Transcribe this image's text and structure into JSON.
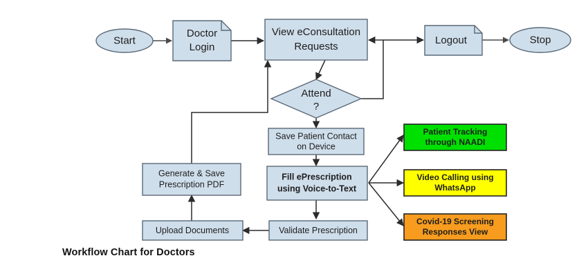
{
  "caption": "Workflow Chart for Doctors",
  "colors": {
    "process_fill": "#cfdeeb",
    "process_stroke": "#5a6876",
    "green_fill": "#00e000",
    "yellow_fill": "#ffff00",
    "orange_fill": "#f79c1e",
    "accent_stroke": "#222222",
    "edge": "#2b2b2b",
    "text": "#1d1d1d"
  },
  "nodes": {
    "start": {
      "label": "Start",
      "shape": "ellipse"
    },
    "doctor_login": {
      "label_line1": "Doctor",
      "label_line2": "Login",
      "shape": "document"
    },
    "view_requests": {
      "label_line1": "View eConsultation",
      "label_line2": "Requests",
      "shape": "rect"
    },
    "logout": {
      "label": "Logout",
      "shape": "document"
    },
    "stop": {
      "label": "Stop",
      "shape": "ellipse"
    },
    "attend": {
      "label_line1": "Attend",
      "label_line2": "?",
      "shape": "diamond"
    },
    "save_contact": {
      "label_line1": "Save Patient Contact",
      "label_line2": "on Device",
      "shape": "rect"
    },
    "fill_eprescription": {
      "label_line1": "Fill ePrescription",
      "label_line2": "using Voice-to-Text",
      "shape": "rect"
    },
    "generate_pdf": {
      "label_line1": "Generate & Save",
      "label_line2": "Prescription PDF",
      "shape": "rect"
    },
    "upload_documents": {
      "label": "Upload Documents",
      "shape": "rect"
    },
    "validate_prescription": {
      "label": "Validate Prescription",
      "shape": "rect"
    },
    "patient_tracking": {
      "label_line1": "Patient Tracking",
      "label_line2": "through NAADI",
      "shape": "rect"
    },
    "video_calling": {
      "label_line1": "Video Calling using",
      "label_line2": "WhatsApp",
      "shape": "rect"
    },
    "covid_screening": {
      "label_line1": "Covid-19 Screening",
      "label_line2": "Responses View",
      "shape": "rect"
    }
  },
  "chart_data": {
    "type": "diagram",
    "title": "Workflow Chart for Doctors",
    "diagram_kind": "flowchart",
    "nodes": [
      {
        "id": "start",
        "label": "Start",
        "shape": "terminator",
        "fill": "#cfdeeb"
      },
      {
        "id": "doctor_login",
        "label": "Doctor Login",
        "shape": "document",
        "fill": "#cfdeeb"
      },
      {
        "id": "view_requests",
        "label": "View eConsultation Requests",
        "shape": "process",
        "fill": "#cfdeeb"
      },
      {
        "id": "logout",
        "label": "Logout",
        "shape": "document",
        "fill": "#cfdeeb"
      },
      {
        "id": "stop",
        "label": "Stop",
        "shape": "terminator",
        "fill": "#cfdeeb"
      },
      {
        "id": "attend",
        "label": "Attend ?",
        "shape": "decision",
        "fill": "#cfdeeb"
      },
      {
        "id": "save_contact",
        "label": "Save Patient Contact on Device",
        "shape": "process",
        "fill": "#cfdeeb"
      },
      {
        "id": "fill_eprescription",
        "label": "Fill ePrescription using Voice-to-Text",
        "shape": "process",
        "fill": "#cfdeeb"
      },
      {
        "id": "generate_pdf",
        "label": "Generate & Save Prescription PDF",
        "shape": "process",
        "fill": "#cfdeeb"
      },
      {
        "id": "upload_documents",
        "label": "Upload Documents",
        "shape": "process",
        "fill": "#cfdeeb"
      },
      {
        "id": "validate_prescription",
        "label": "Validate Prescription",
        "shape": "process",
        "fill": "#cfdeeb"
      },
      {
        "id": "patient_tracking",
        "label": "Patient Tracking through NAADI",
        "shape": "process",
        "fill": "#00e000"
      },
      {
        "id": "video_calling",
        "label": "Video Calling using WhatsApp",
        "shape": "process",
        "fill": "#ffff00"
      },
      {
        "id": "covid_screening",
        "label": "Covid-19 Screening Responses View",
        "shape": "process",
        "fill": "#f79c1e"
      }
    ],
    "edges": [
      {
        "from": "start",
        "to": "doctor_login"
      },
      {
        "from": "doctor_login",
        "to": "view_requests"
      },
      {
        "from": "view_requests",
        "to": "attend"
      },
      {
        "from": "attend",
        "to": "logout"
      },
      {
        "from": "logout",
        "to": "stop"
      },
      {
        "from": "attend",
        "to": "view_requests"
      },
      {
        "from": "attend",
        "to": "save_contact"
      },
      {
        "from": "save_contact",
        "to": "fill_eprescription"
      },
      {
        "from": "fill_eprescription",
        "to": "patient_tracking"
      },
      {
        "from": "fill_eprescription",
        "to": "video_calling"
      },
      {
        "from": "fill_eprescription",
        "to": "covid_screening"
      },
      {
        "from": "fill_eprescription",
        "to": "validate_prescription"
      },
      {
        "from": "validate_prescription",
        "to": "upload_documents"
      },
      {
        "from": "upload_documents",
        "to": "generate_pdf"
      },
      {
        "from": "generate_pdf",
        "to": "view_requests"
      }
    ]
  }
}
